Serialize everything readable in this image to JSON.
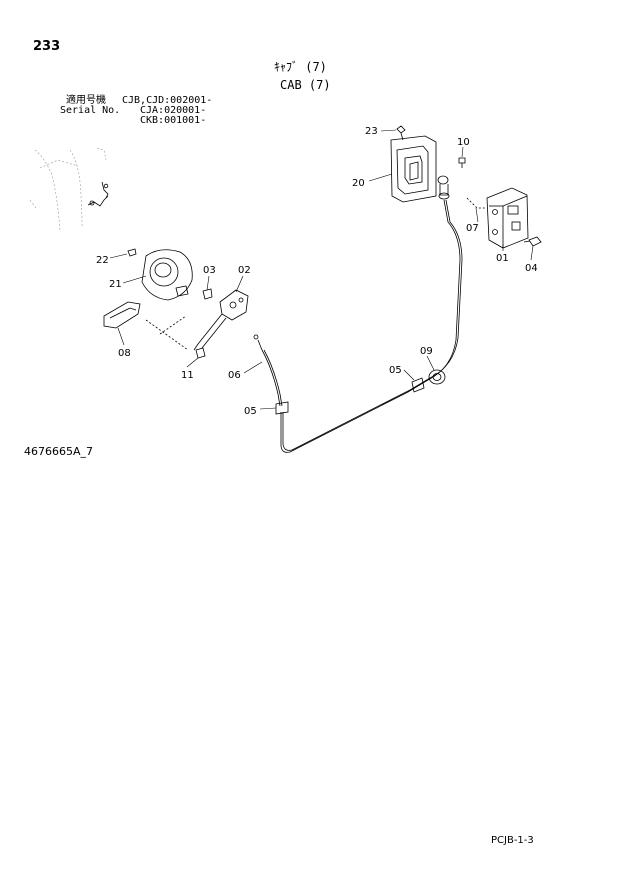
{
  "page_number": "233",
  "title_jp": "ｷｬﾌﾞ (7)",
  "title_en": "CAB (7)",
  "serial": {
    "label_jp": "適用号機",
    "label_en": "Serial No.",
    "entries": [
      "CJB,CJD:002001-",
      "CJA:020001-",
      "CKB:001001-"
    ]
  },
  "drawing_number": "4676665A_7",
  "page_code": "PCJB-1-3",
  "callouts": {
    "c23": "23",
    "c10": "10",
    "c20": "20",
    "c07": "07",
    "c01": "01",
    "c04": "04",
    "c22": "22",
    "c21": "21",
    "c03": "03",
    "c02": "02",
    "c08": "08",
    "c11": "11",
    "c06": "06",
    "c05a": "05",
    "c05b": "05",
    "c09": "09"
  }
}
